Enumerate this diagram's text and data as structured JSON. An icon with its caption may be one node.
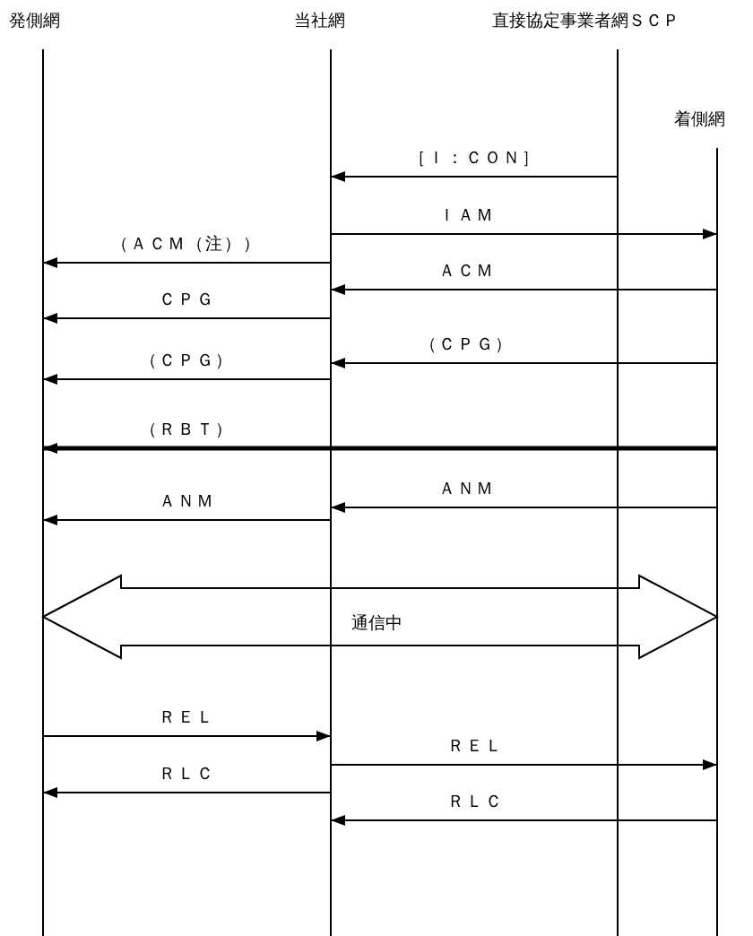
{
  "diagram": {
    "nodes": [
      {
        "text": [
          "発側網"
        ]
      },
      {
        "text": [
          "当社網"
        ]
      },
      {
        "text": [
          "直接協定事業者網ＳＣＰ"
        ]
      },
      {
        "text": [
          "着側網"
        ]
      }
    ],
    "edges": [
      {
        "from": 2,
        "to": 1,
        "arrow": "to",
        "label": "［Ｉ：ＣＯＮ］"
      },
      {
        "from": 1,
        "to": 3,
        "arrow": "to",
        "label": "ＩＡＭ"
      },
      {
        "from": 1,
        "to": 0,
        "arrow": "to",
        "label": "（ＡＣＭ（注））"
      },
      {
        "from": 3,
        "to": 1,
        "arrow": "to",
        "label": "ＡＣＭ"
      },
      {
        "from": 1,
        "to": 0,
        "arrow": "to",
        "label": "ＣＰＧ"
      },
      {
        "from": 3,
        "to": 1,
        "arrow": "to",
        "label": "（ＣＰＧ）"
      },
      {
        "from": 1,
        "to": 0,
        "arrow": "to",
        "label": "（ＣＰＧ）"
      },
      {
        "from": 3,
        "to": 0,
        "arrow": "to",
        "label": "（ＲＢＴ）",
        "style": "thick"
      },
      {
        "from": 3,
        "to": 1,
        "arrow": "to",
        "label": "ＡＮＭ"
      },
      {
        "from": 1,
        "to": 0,
        "arrow": "to",
        "label": "ＡＮＭ"
      },
      {
        "from": 0,
        "to": 3,
        "arrow": "both",
        "label": "通信中"
      },
      {
        "from": 0,
        "to": 1,
        "arrow": "to",
        "label": "ＲＥＬ"
      },
      {
        "from": 1,
        "to": 3,
        "arrow": "to",
        "label": "ＲＥＬ"
      },
      {
        "from": 1,
        "to": 0,
        "arrow": "to",
        "label": "ＲＬＣ"
      },
      {
        "from": 3,
        "to": 1,
        "arrow": "to",
        "label": "ＲＬＣ"
      }
    ]
  }
}
